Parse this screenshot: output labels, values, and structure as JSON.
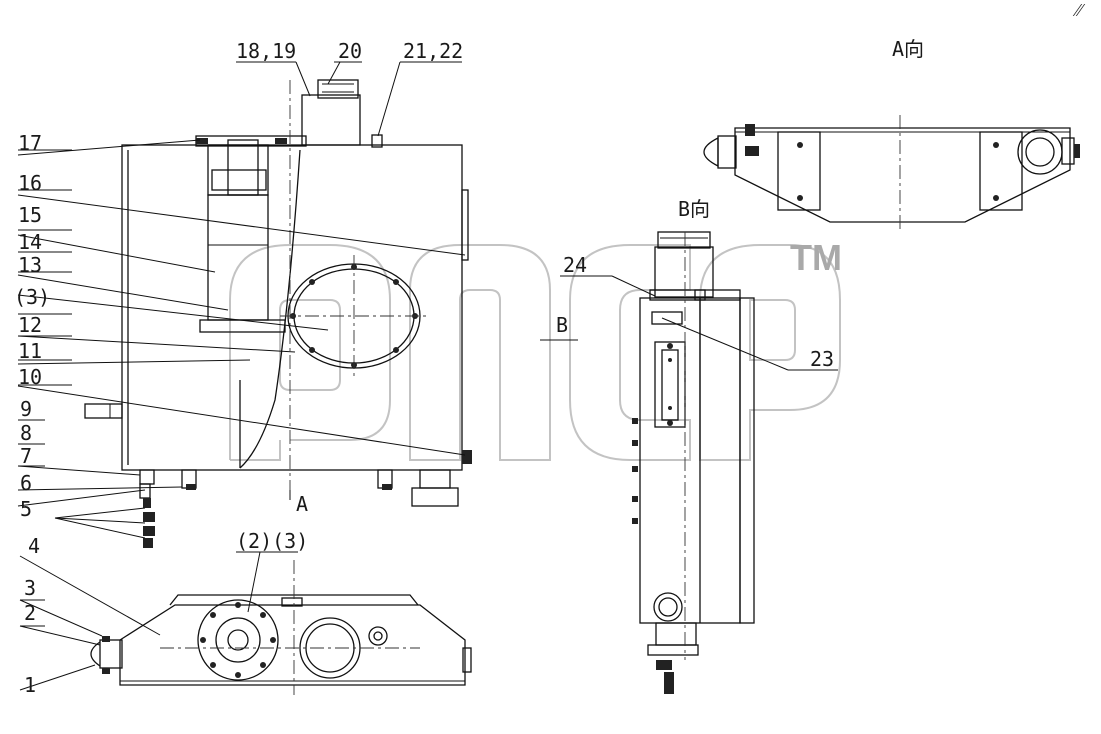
{
  "drawing": {
    "view_a_title": "A向",
    "view_b_title": "B向",
    "section_mark_a": "A",
    "section_mark_b": "B",
    "corner_mark": "⁄⁄"
  },
  "callouts": {
    "c1": "1",
    "c2": "2",
    "c3": "3",
    "c4": "4",
    "c5": "5",
    "c6": "6",
    "c7": "7",
    "c8": "8",
    "c9": "9",
    "c10": "10",
    "c11": "11",
    "c12": "12",
    "c3p": "(3)",
    "c13": "13",
    "c14": "14",
    "c15": "15",
    "c16": "16",
    "c17": "17",
    "c1819": "18,19",
    "c20": "20",
    "c2122": "21,22",
    "c23": "23",
    "c24": "24",
    "c23p": "(2)(3)"
  },
  "watermark": {
    "trademark": "TM",
    "color": "#a9a9a9"
  }
}
